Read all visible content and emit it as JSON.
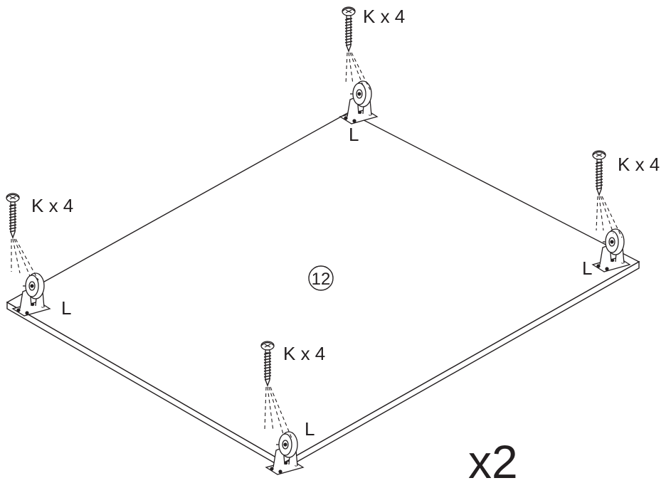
{
  "diagram": {
    "part_number": "12",
    "quantity_multiplier": "x2",
    "screw_labels": {
      "top": "K x 4",
      "right": "K x 4",
      "left": "K x 4",
      "bottom": "K x 4"
    },
    "caster_labels": {
      "top": "L",
      "right": "L",
      "left": "L",
      "bottom": "L"
    },
    "ink_color": "#231f20",
    "background_color": "#ffffff",
    "icons": [
      "screw-icon",
      "caster-wheel-icon",
      "part-number-circle-icon"
    ]
  }
}
